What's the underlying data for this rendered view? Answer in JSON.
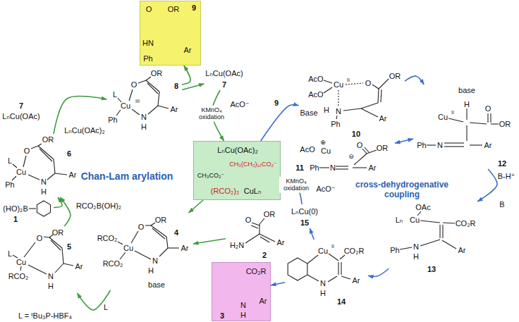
{
  "diagram": {
    "nodes": [
      {
        "text": [
          "O",
          "OR",
          "HN",
          "Ph",
          "Ar",
          "9"
        ]
      },
      {
        "text": [
          "OR",
          "O",
          "L",
          "Cu",
          "III",
          "Ph",
          "N",
          "H",
          "Ar",
          "8"
        ]
      },
      {
        "text": [
          "LₙCu(OAc)",
          "7"
        ]
      },
      {
        "text": [
          "OR",
          "O",
          "L",
          "Cu",
          "Ph",
          "N",
          "H",
          "Ar",
          "6"
        ]
      },
      {
        "text": [
          "LₙCu(OAc)₂",
          "CH₃(CH₂)₁₂CO₂⁻",
          "CH₃CO₂⁻",
          "(RCO₂)₂",
          "CuLₙ"
        ]
      },
      {
        "text": [
          "AcO",
          "Cu",
          "II",
          "AcO",
          "O",
          "OR",
          "Base",
          "H",
          "N",
          "Ph",
          "Ar",
          "10"
        ]
      },
      {
        "text": [
          "(HO)₂B",
          "1"
        ]
      },
      {
        "text": [
          "O",
          "OR",
          "L",
          "Cu",
          "RCO₂",
          "N",
          "H",
          "Ar",
          "5"
        ]
      },
      {
        "text": [
          "O",
          "OR",
          "RCO₂",
          "Cu",
          "RCO₂",
          "N",
          "H",
          "Ar",
          "base",
          "4"
        ]
      },
      {
        "text": [
          "O",
          "OR",
          "H₂N",
          "Ar",
          "2"
        ]
      },
      {
        "text": [
          "AcO",
          "⊕",
          "Cu",
          "O",
          "OR",
          "⊖",
          "Ph",
          "N",
          "Ar",
          "11"
        ]
      },
      {
        "text": [
          "base",
          "H",
          "Cu",
          "II",
          "O",
          "OR",
          "Ph",
          "N",
          "Ar",
          "12"
        ]
      },
      {
        "text": [
          "OAc",
          "Lₙ",
          "Cu",
          "CO₂R",
          "Ph",
          "N",
          "H",
          "Ar",
          "13"
        ]
      },
      {
        "text": [
          "LₙCu(0)",
          "15"
        ]
      },
      {
        "text": [
          "Cu",
          "II",
          "CO₂R",
          "N",
          "H",
          "Ar",
          "14"
        ]
      },
      {
        "text": [
          "CO₂R",
          "N",
          "H",
          "Ar",
          "3"
        ]
      }
    ],
    "edges": [
      {
        "from": 1,
        "to": 0,
        "arrow": "to"
      },
      {
        "from": 1,
        "to": 2,
        "arrow": "to"
      },
      {
        "from": 2,
        "to": 4,
        "arrow": "to",
        "label": "KMnO₄ oxidation"
      },
      {
        "from": 3,
        "to": 1,
        "arrow": "to"
      },
      {
        "from": 4,
        "to": 8,
        "arrow": "to"
      },
      {
        "from": 9,
        "to": 8,
        "arrow": "to"
      },
      {
        "from": 8,
        "to": 7,
        "arrow": "to",
        "label": "L"
      },
      {
        "from": 7,
        "to": 3,
        "arrow": "to"
      },
      {
        "from": 6,
        "to": 3,
        "arrow": "to"
      },
      {
        "from": 4,
        "to": 5,
        "arrow": "to"
      },
      {
        "from": 5,
        "to": 11,
        "arrow": "to"
      },
      {
        "from": 10,
        "to": 11,
        "arrow": "both"
      },
      {
        "from": 11,
        "to": 12,
        "arrow": "to"
      },
      {
        "from": 12,
        "to": 14,
        "arrow": "to"
      },
      {
        "from": 14,
        "to": 15,
        "arrow": "to"
      },
      {
        "from": 14,
        "to": 13,
        "arrow": "to"
      },
      {
        "from": 13,
        "to": 4,
        "arrow": "to",
        "label": "KMnO₄ oxidation"
      }
    ],
    "labels": [
      "7",
      "LₙCu(OAc)",
      "LₙCu(OAc)₂",
      "Chan-Lam arylation",
      "RCO₂B(OH)₂",
      "L = ᵗBu₃P-HBF₄",
      "AcO⁻",
      "9",
      "cross-dehydrogenative coupling",
      "AcO⁻",
      "B-H⁺",
      "B"
    ]
  }
}
